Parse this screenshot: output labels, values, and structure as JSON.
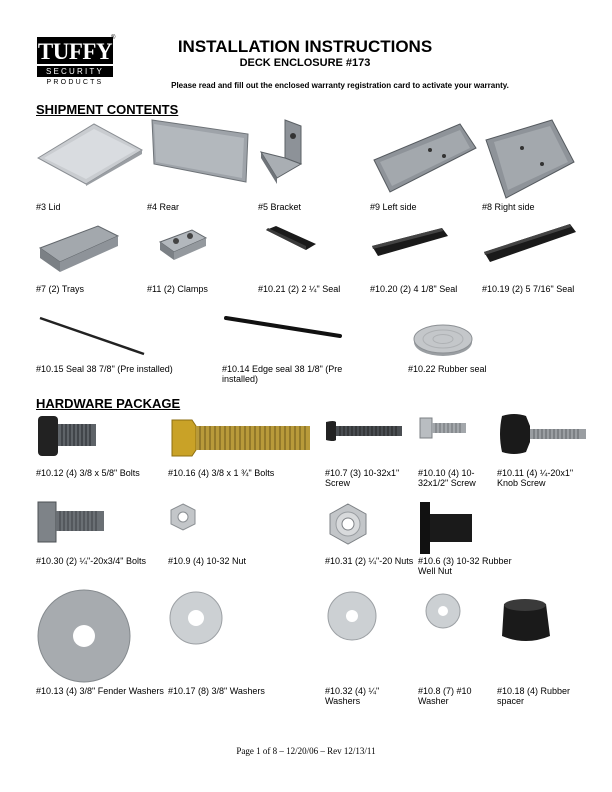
{
  "logo": {
    "brand": "TUFFY",
    "reg": "®",
    "line2": "SECURITY",
    "line3": "PRODUCTS"
  },
  "header": {
    "title": "INSTALLATION INSTRUCTIONS",
    "subtitle": "DECK ENCLOSURE #173",
    "notice": "Please read and fill out the enclosed warranty registration card to activate your warranty."
  },
  "shipment": {
    "heading": "SHIPMENT CONTENTS",
    "items": [
      {
        "label": "#3 Lid",
        "icon": "lid-part"
      },
      {
        "label": "#4 Rear",
        "icon": "rear-panel-part"
      },
      {
        "label": "#5 Bracket",
        "icon": "bracket-part"
      },
      {
        "label": "#9 Left side",
        "icon": "left-side-part"
      },
      {
        "label": "#8 Right side",
        "icon": "right-side-part"
      },
      {
        "label": "#7 (2) Trays",
        "icon": "tray-part"
      },
      {
        "label": "#11 (2) Clamps",
        "icon": "clamp-part"
      },
      {
        "label": "#10.21 (2) 2 ¼\" Seal",
        "icon": "seal-part"
      },
      {
        "label": "#10.20 (2) 4 1/8\" Seal",
        "icon": "seal-part"
      },
      {
        "label": "#10.19 (2) 5 7/16\" Seal",
        "icon": "seal-part"
      },
      {
        "label": "#10.15 Seal 38 7/8\" (Pre installed)",
        "icon": "long-seal-part"
      },
      {
        "label": "#10.14 Edge seal 38 1/8\" (Pre installed)",
        "icon": "edge-seal-part"
      },
      {
        "label": "#10.22 Rubber seal",
        "icon": "rubber-seal-disc"
      }
    ]
  },
  "hardware": {
    "heading": "HARDWARE PACKAGE",
    "items": [
      {
        "label": "#10.12 (4) 3/8 x 5/8\" Bolts",
        "icon": "bolt-icon"
      },
      {
        "label": "#10.16 (4) 3/8 x 1 ¾\" Bolts",
        "icon": "brass-bolt-icon"
      },
      {
        "label": "#10.7 (3) 10-32x1\" Screw",
        "icon": "screw-icon"
      },
      {
        "label": "#10.10 (4) 10-32x1/2\" Screw",
        "icon": "hex-screw-icon"
      },
      {
        "label": "#10.11 (4) ¼-20x1\" Knob Screw",
        "icon": "knob-screw-icon"
      },
      {
        "label": "#10.30 (2) ¼\"-20x3/4\" Bolts",
        "icon": "hex-bolt-icon"
      },
      {
        "label": "#10.9 (4) 10-32 Nut",
        "icon": "nut-icon"
      },
      {
        "label": "#10.31 (2) ¼\"-20 Nuts",
        "icon": "lock-nut-icon"
      },
      {
        "label": "#10.6 (3) 10-32 Rubber Well Nut",
        "icon": "well-nut-icon"
      },
      {
        "label": "#10.13 (4) 3/8\" Fender Washers",
        "icon": "fender-washer-icon"
      },
      {
        "label": "#10.17 (8) 3/8\" Washers",
        "icon": "washer-icon"
      },
      {
        "label": "#10.32 (4) ¼\" Washers",
        "icon": "washer-icon"
      },
      {
        "label": "#10.8 (7) #10 Washer",
        "icon": "washer-icon"
      },
      {
        "label": "#10.18 (4) Rubber spacer",
        "icon": "rubber-spacer-icon"
      }
    ]
  },
  "footer": {
    "text": "Page 1 of 8 – 12/20/06 – Rev 12/13/11"
  }
}
